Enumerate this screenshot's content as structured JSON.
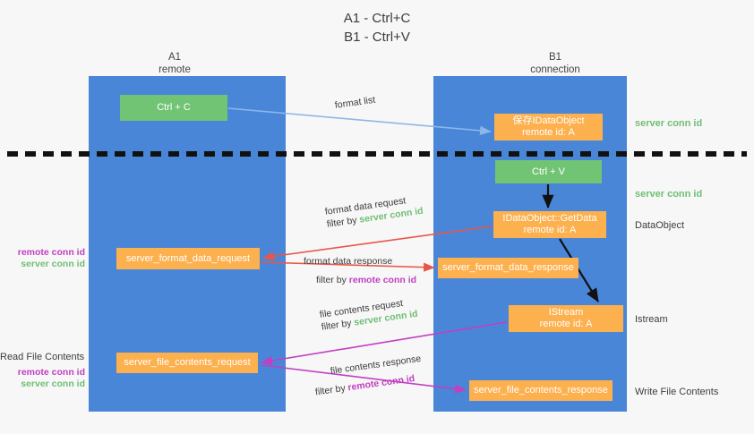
{
  "title": "A1 - Ctrl+C\nB1 - Ctrl+V",
  "lanes": [
    {
      "name": "A1",
      "sub": "remote",
      "label": "A1\nremote",
      "color": "#4a86d8"
    },
    {
      "name": "B1",
      "sub": "connection",
      "label": "B1\nconnection",
      "color": "#4a86d8"
    }
  ],
  "colors": {
    "lane": "#4a86d8",
    "green_box": "#72c475",
    "orange_box": "#fcb04e",
    "server_conn_id": "#6fbf73",
    "remote_conn_id": "#c13fc1",
    "arrow_light_blue": "#8cb8e8",
    "arrow_red": "#e8564a",
    "arrow_magenta": "#c13fc1",
    "arrow_black": "#111111",
    "background": "#f7f7f7"
  },
  "boxes": {
    "ctrl_c": "Ctrl + C",
    "idataobject": "保存IDataObject\nremote id: A",
    "ctrl_v": "Ctrl + V",
    "getdata": "IDataObject::GetData\nremote id: A",
    "server_format_data_request": "server_format_data_request",
    "server_format_data_response": "server_format_data_response",
    "istream": "IStream\nremote id: A",
    "server_file_contents_request": "server_file_contents_request",
    "server_file_contents_response": "server_file_contents_response"
  },
  "side_labels": {
    "server_conn_id_top": "server conn id",
    "server_conn_id_mid": "server conn id",
    "dataobject": "DataObject",
    "istream": "Istream",
    "write_file_contents": "Write File Contents"
  },
  "left_labels": {
    "remote_conn_id_mid": "remote conn id",
    "server_conn_id_mid": "server conn id",
    "read_file_contents": "Read File Contents",
    "remote_conn_id_low": "remote conn id",
    "server_conn_id_low": "server conn id"
  },
  "edge_labels": {
    "format_list": "format list",
    "format_data_request": "format data request",
    "format_data_request_filter_prefix": "filter by ",
    "format_data_request_filter_value": "server conn id",
    "format_data_response": "format data response",
    "format_data_response_filter_prefix": "filter by ",
    "format_data_response_filter_value": "remote conn id",
    "file_contents_request": "file contents request",
    "file_contents_request_filter_prefix": "filter by ",
    "file_contents_request_filter_value": "server conn id",
    "file_contents_response": "file contents response",
    "file_contents_response_filter_prefix": "filter by ",
    "file_contents_response_filter_value": "remote conn id"
  }
}
